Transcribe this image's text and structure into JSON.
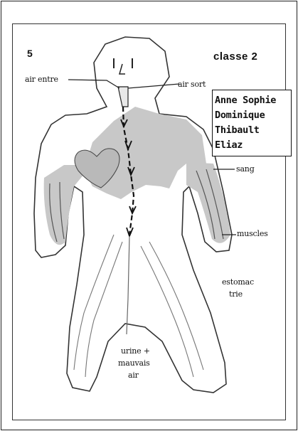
{
  "page_number": "5",
  "class_label": "classe 2",
  "names": [
    "Anne Sophie",
    "Dominique",
    "Thibault",
    "Eliaz"
  ],
  "labels": {
    "air_in": "air entre",
    "air_out": "air sort",
    "blood": "sang",
    "muscles": "muscles",
    "stomach": "estomac",
    "sorts": "trie",
    "urine": "urine +",
    "bad": "mauvais",
    "air": "air"
  },
  "colors": {
    "outline": "#333333",
    "fill_gray": "#c8c8c8",
    "heart": "#b9b9b9",
    "arrow": "#111111"
  }
}
